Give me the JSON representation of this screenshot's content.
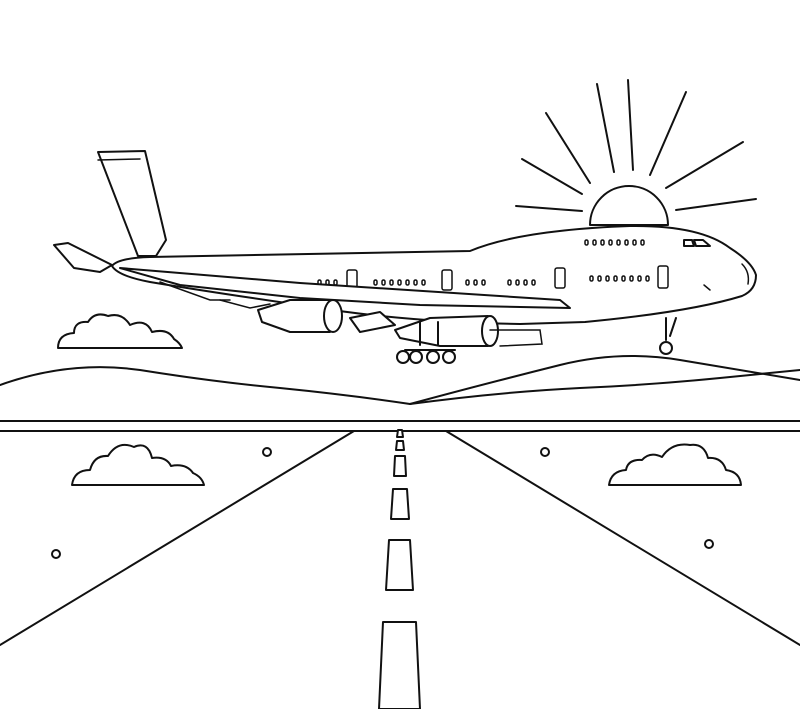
{
  "scene": {
    "background_color": "#ffffff",
    "line_color": "#111111",
    "elements": [
      "sun",
      "airplane",
      "clouds",
      "hills",
      "runway"
    ]
  },
  "airplane": {
    "engine_count": 4,
    "landing_gear": "extended"
  },
  "sun": {
    "ray_count": 8
  },
  "clouds": {
    "count": 3
  },
  "runway": {
    "center_dash_count": 6
  }
}
